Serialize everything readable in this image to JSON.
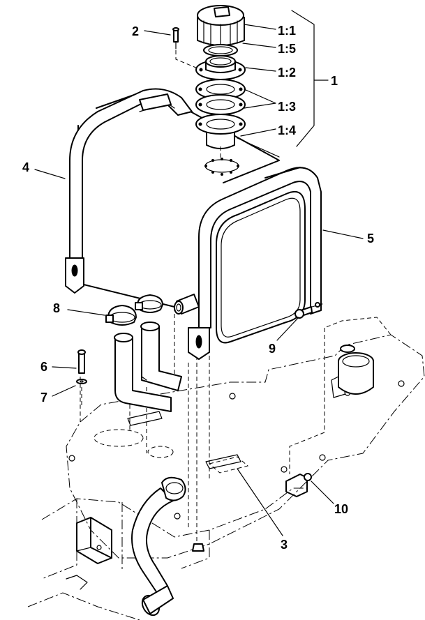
{
  "callouts": {
    "c1": "1",
    "c1_1": "1:1",
    "c1_2": "1:2",
    "c1_3": "1:3",
    "c1_4": "1:4",
    "c1_5": "1:5",
    "c2": "2",
    "c3": "3",
    "c4": "4",
    "c5": "5",
    "c6": "6",
    "c7": "7",
    "c8": "8",
    "c9": "9",
    "c10": "10"
  },
  "colors": {
    "ink": "#000000",
    "paper": "#ffffff"
  }
}
